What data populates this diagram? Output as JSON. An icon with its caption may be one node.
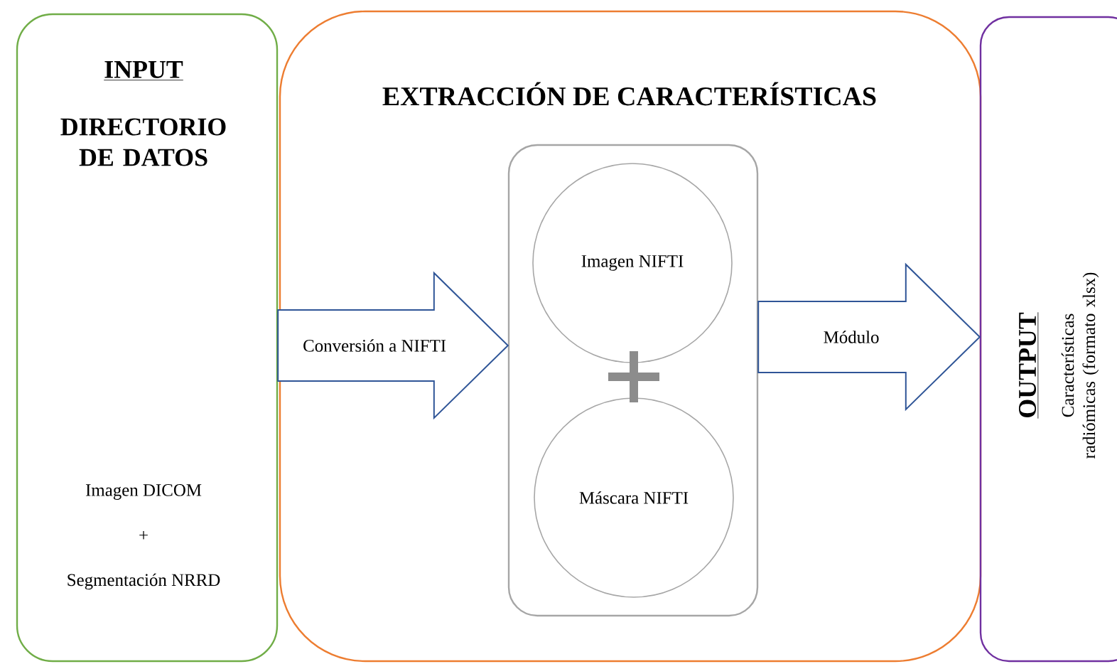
{
  "diagram": {
    "nodes": [
      {
        "text": [
          "INPUT",
          "DIRECTORIO DE DATOS",
          "Imagen DICOM",
          "+",
          "Segmentación NRRD"
        ]
      },
      {
        "text": [
          "EXTRACCIÓN DE CARACTERÍSTICAS"
        ]
      },
      {
        "text": [],
        "shape": "box",
        "in": 1
      },
      {
        "text": [
          "Imagen NIFTI"
        ],
        "in": 2
      },
      {
        "text": [
          "Máscara NIFTI"
        ],
        "in": 2
      },
      {
        "text": [
          "OUTPUT",
          "Características radiómicas (formato xlsx)"
        ]
      }
    ],
    "edges": [
      {
        "from": 0,
        "to": 2,
        "arrow": "to",
        "label": "Conversión a NIFTI"
      },
      {
        "from": 2,
        "to": 5,
        "arrow": "to",
        "label": "Módulo"
      }
    ]
  }
}
